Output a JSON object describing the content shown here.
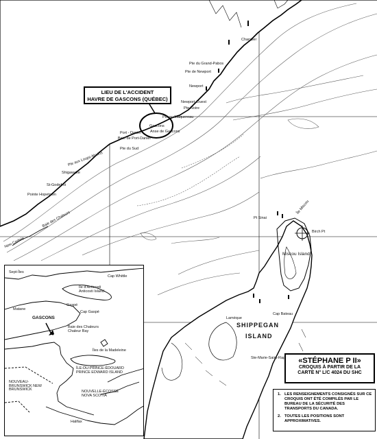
{
  "accident_callout": {
    "line1": "LIEU DE L'ACCIDENT",
    "line2": "HAVRE DE GASCONS (QUÉBEC)"
  },
  "title_block": {
    "title": "«STÉPHANE P II»",
    "line1": "CROQUIS À PARTIR DE LA",
    "line2": "CARTE N° L/C 4024 DU SHC"
  },
  "notes": [
    {
      "num": "1.",
      "text": "LES RENSEIGNEMENTS CONSIGNÉS SUR CE CROQUIS ONT ÉTÉ COMPILÉS PAR LE BUREAU DE LA SÉCURITÉ DES TRANSPORTS DU CANADA."
    },
    {
      "num": "2.",
      "text": "TOUTES LES POSITIONS SONT APPROXIMATIVES."
    }
  ],
  "main_labels": {
    "chandler": "Chandler",
    "pte_grand_pabos": "Pte du Grand-Pabos",
    "pte_newport": "Pte de Newport",
    "newport": "Newport",
    "newport_ouest": "Newport-Ouest",
    "pte_noire": "Pte Noire",
    "pte_maquereau": "Pte au Maquereau",
    "gascons": "Gascons",
    "anse_gascons": "Anse de Gascons",
    "port_daniel": "Port - Daniel",
    "baie_port_daniel": "Baie de Port-Daniel",
    "pte_du_sud": "Pte du Sud",
    "pte_loups_marins": "Pte aux Loups-Marins",
    "shigawake": "Shigawake",
    "st_godefroi": "St-Godefroi",
    "pointe_hopetown": "Pointe Hopetown",
    "bay_chaleur": "Baie des Chaleurs",
    "new_carlisle": "New Carlisle",
    "ile_miscou": "Île Miscou",
    "miscou_island": "Miscou Island",
    "shippegan": "SHIPPEGAN",
    "island": "ISLAND",
    "cap_bateau": "Cap Bateau",
    "lameque": "Lamèque",
    "ste_marie": "Ste-Marie-Saint-Raphaël",
    "birch_point": "Birch Pt",
    "pt_sinai": "Pt Sinai"
  },
  "inset_labels": {
    "gascons": "GASCONS",
    "cap_whittle": "Cap Whittle",
    "ile_anticosti": "Île d'Anticosti Anticosti Island",
    "gaspe": "Gaspé",
    "cap_gaspe": "Cap Gaspé",
    "matane": "Matane",
    "baie_chaleurs": "Baie des Chaleurs Chaleur Bay",
    "iles_madeleine": "Îles de la Madeleine",
    "ipe": "ÎLE-DU-PRINCE-ÉDOUARD PRINCE EDWARD ISLAND",
    "nouveau_brunswick": "NOUVEAU-BRUNSWICK NEW BRUNSWICK",
    "nouvelle_ecosse": "NOUVELLE-ÉCOSSE NOVA SCOTIA",
    "sept_iles": "Sept-Îles",
    "halifax": "Halifax"
  },
  "colors": {
    "ink": "#000000",
    "paper": "#ffffff",
    "depth_line": "#555555"
  }
}
